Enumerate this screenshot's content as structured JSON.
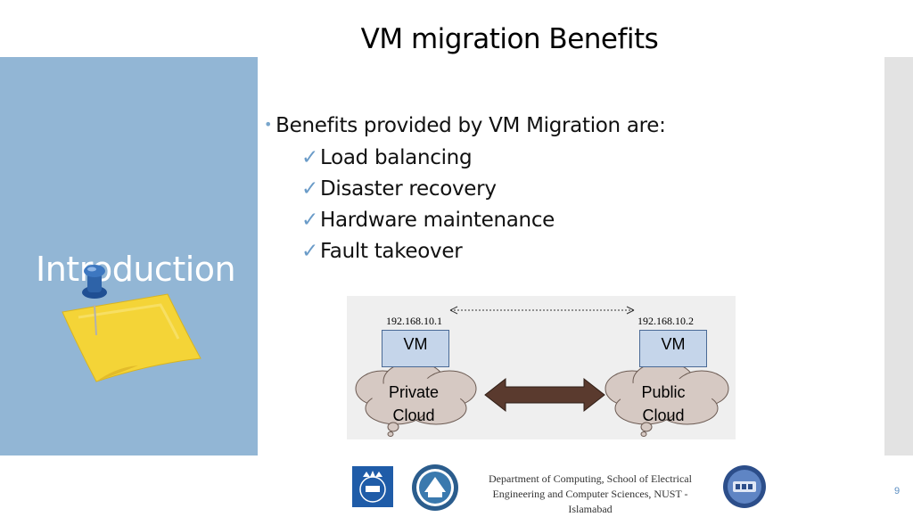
{
  "slide": {
    "title": "VM migration Benefits",
    "section": "Introduction",
    "bullet": "Benefits provided by VM Migration are:",
    "items": [
      {
        "label": "Load balancing"
      },
      {
        "label": "Disaster recovery"
      },
      {
        "label": "Hardware maintenance"
      },
      {
        "label": "Fault takeover"
      }
    ],
    "check_glyph": "✓",
    "bullet_glyph": "•"
  },
  "diagram": {
    "left_ip": "192.168.10.1",
    "right_ip": "192.168.10.2",
    "left_vm": "VM",
    "right_vm": "VM",
    "left_cloud": [
      "Private",
      "Cloud"
    ],
    "right_cloud": [
      "Public",
      "Cloud"
    ]
  },
  "footer": {
    "line1": "Department of Computing, School of Electrical",
    "line2": "Engineering and Computer Sciences, NUST -",
    "line3": "Islamabad",
    "page_number": "9",
    "logos": [
      "kth-logo",
      "nust-logo",
      "ais-logo"
    ]
  },
  "colors": {
    "left_panel": "#92b6d5",
    "accent": "#79a6cc",
    "note": "#f4d437",
    "pin": "#2e63a8",
    "cloud": "#d6c9c3",
    "arrow": "#5a3a2e",
    "vm_box": "#c5d5ea",
    "page_number": "#5b8ec2"
  }
}
